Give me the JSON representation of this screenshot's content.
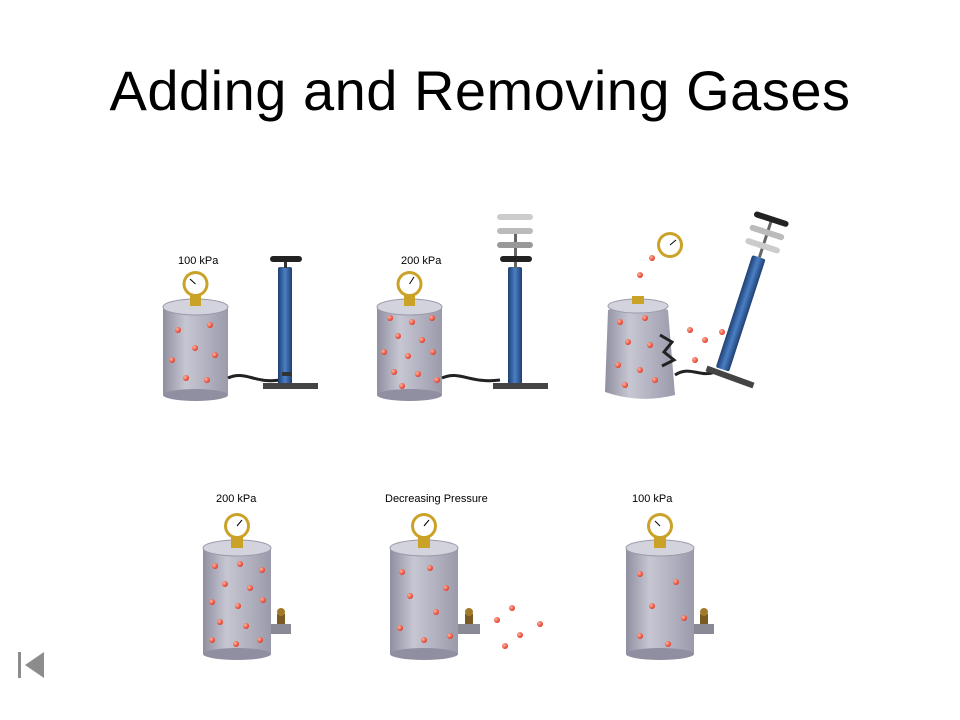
{
  "slide": {
    "title": "Adding and Removing Gases",
    "nav": {
      "icon": "skip-back-icon"
    }
  },
  "panels": [
    {
      "label": "100 kPa"
    },
    {
      "label": "200 kPa"
    },
    {
      "label": ""
    },
    {
      "label": "200 kPa"
    },
    {
      "label": "Decreasing Pressure"
    },
    {
      "label": "100 kPa"
    }
  ],
  "colors": {
    "cylinder": "#a9a9b8",
    "pump": "#2e5d9c",
    "gauge": "#c9a227",
    "particle": "#e8432e"
  }
}
